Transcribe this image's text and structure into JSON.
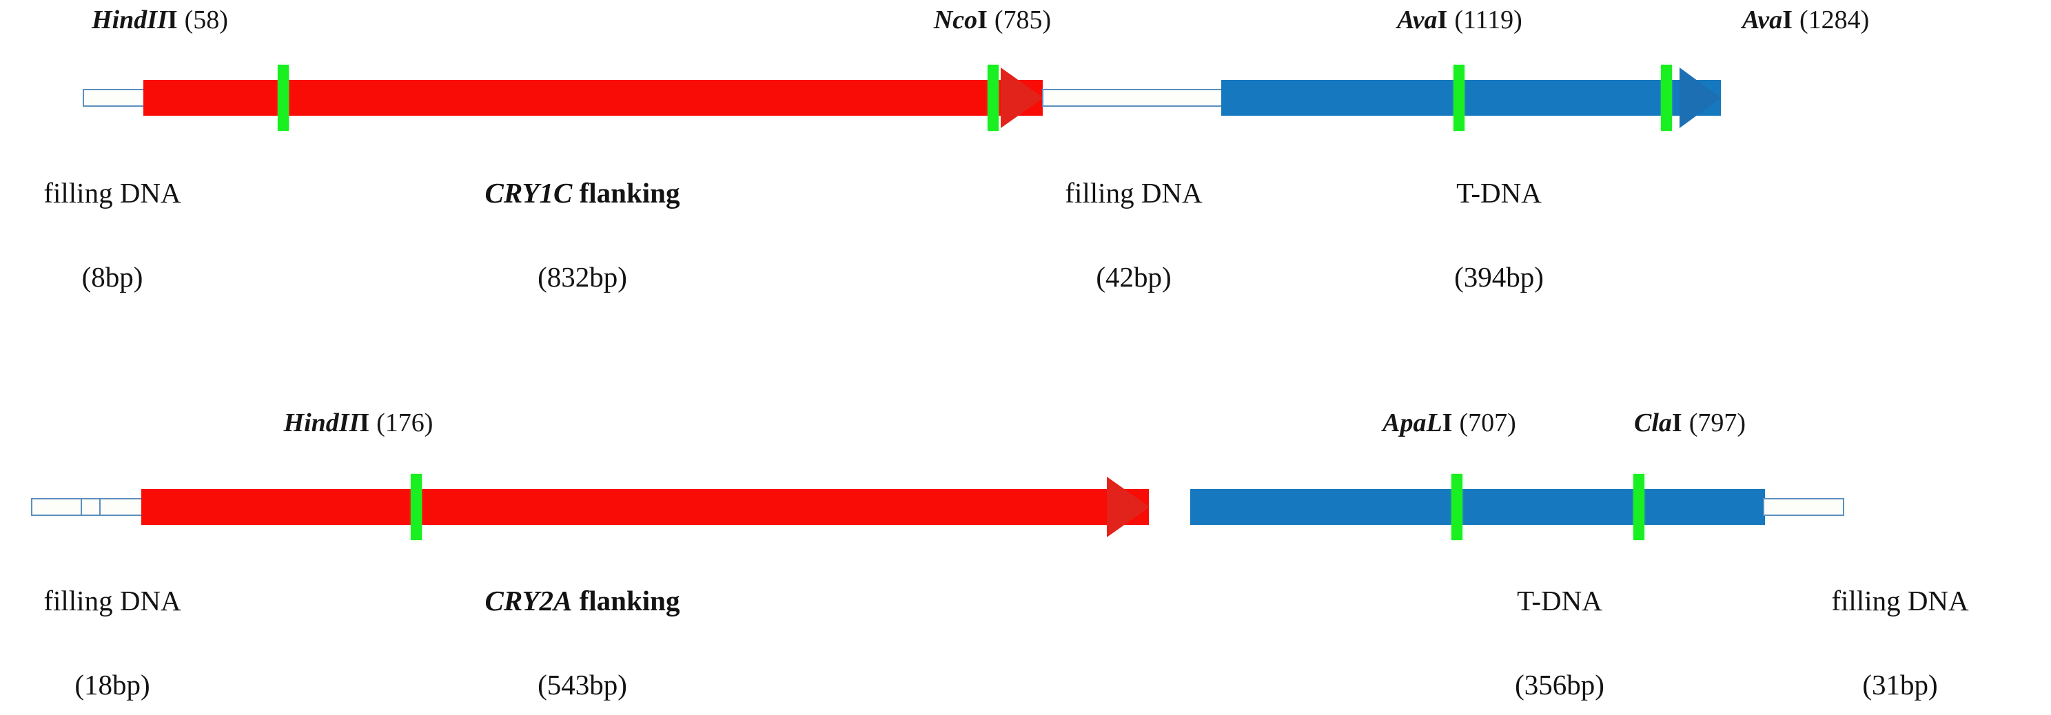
{
  "figure": {
    "type": "diagram",
    "kind": "dna-construct-map",
    "colors": {
      "flanking_bar": "#f90b06",
      "tdna_bar": "#1678be",
      "restriction_tick": "#19ef21",
      "stub_outline": "#5b8fbe",
      "text": "#131313"
    }
  },
  "constructs": [
    {
      "id": "cry1c",
      "sites": [
        {
          "enzyme_italic": "HindII",
          "enzyme_roman": "I",
          "position": "(58)"
        },
        {
          "enzyme_italic": "Nco",
          "enzyme_roman": "I",
          "position": "(785)"
        },
        {
          "enzyme_italic": "Ava",
          "enzyme_roman": "I",
          "position": "(1119)"
        },
        {
          "enzyme_italic": "Ava",
          "enzyme_roman": "I",
          "position": "(1284)"
        }
      ],
      "segments": [
        {
          "name_italic": "",
          "name_plain": "filling DNA",
          "length": "(8bp)"
        },
        {
          "name_italic": "CRY1C",
          "name_plain": " flanking",
          "length": "(832bp)"
        },
        {
          "name_italic": "",
          "name_plain": "filling DNA",
          "length": "(42bp)"
        },
        {
          "name_italic": "",
          "name_plain": "T-DNA",
          "length": "(394bp)"
        }
      ]
    },
    {
      "id": "cry2a",
      "sites": [
        {
          "enzyme_italic": "HindII",
          "enzyme_roman": "I",
          "position": "(176)"
        },
        {
          "enzyme_italic": "ApaL",
          "enzyme_roman": "I",
          "position": "(707)"
        },
        {
          "enzyme_italic": "Cla",
          "enzyme_roman": "I",
          "position": "(797)"
        }
      ],
      "segments": [
        {
          "name_italic": "",
          "name_plain": "filling DNA",
          "length": "(18bp)"
        },
        {
          "name_italic": "CRY2A",
          "name_plain": " flanking",
          "length": "(543bp)"
        },
        {
          "name_italic": "",
          "name_plain": "T-DNA",
          "length": "(356bp)"
        },
        {
          "name_italic": "",
          "name_plain": "filling DNA",
          "length": "(31bp)"
        }
      ]
    }
  ]
}
